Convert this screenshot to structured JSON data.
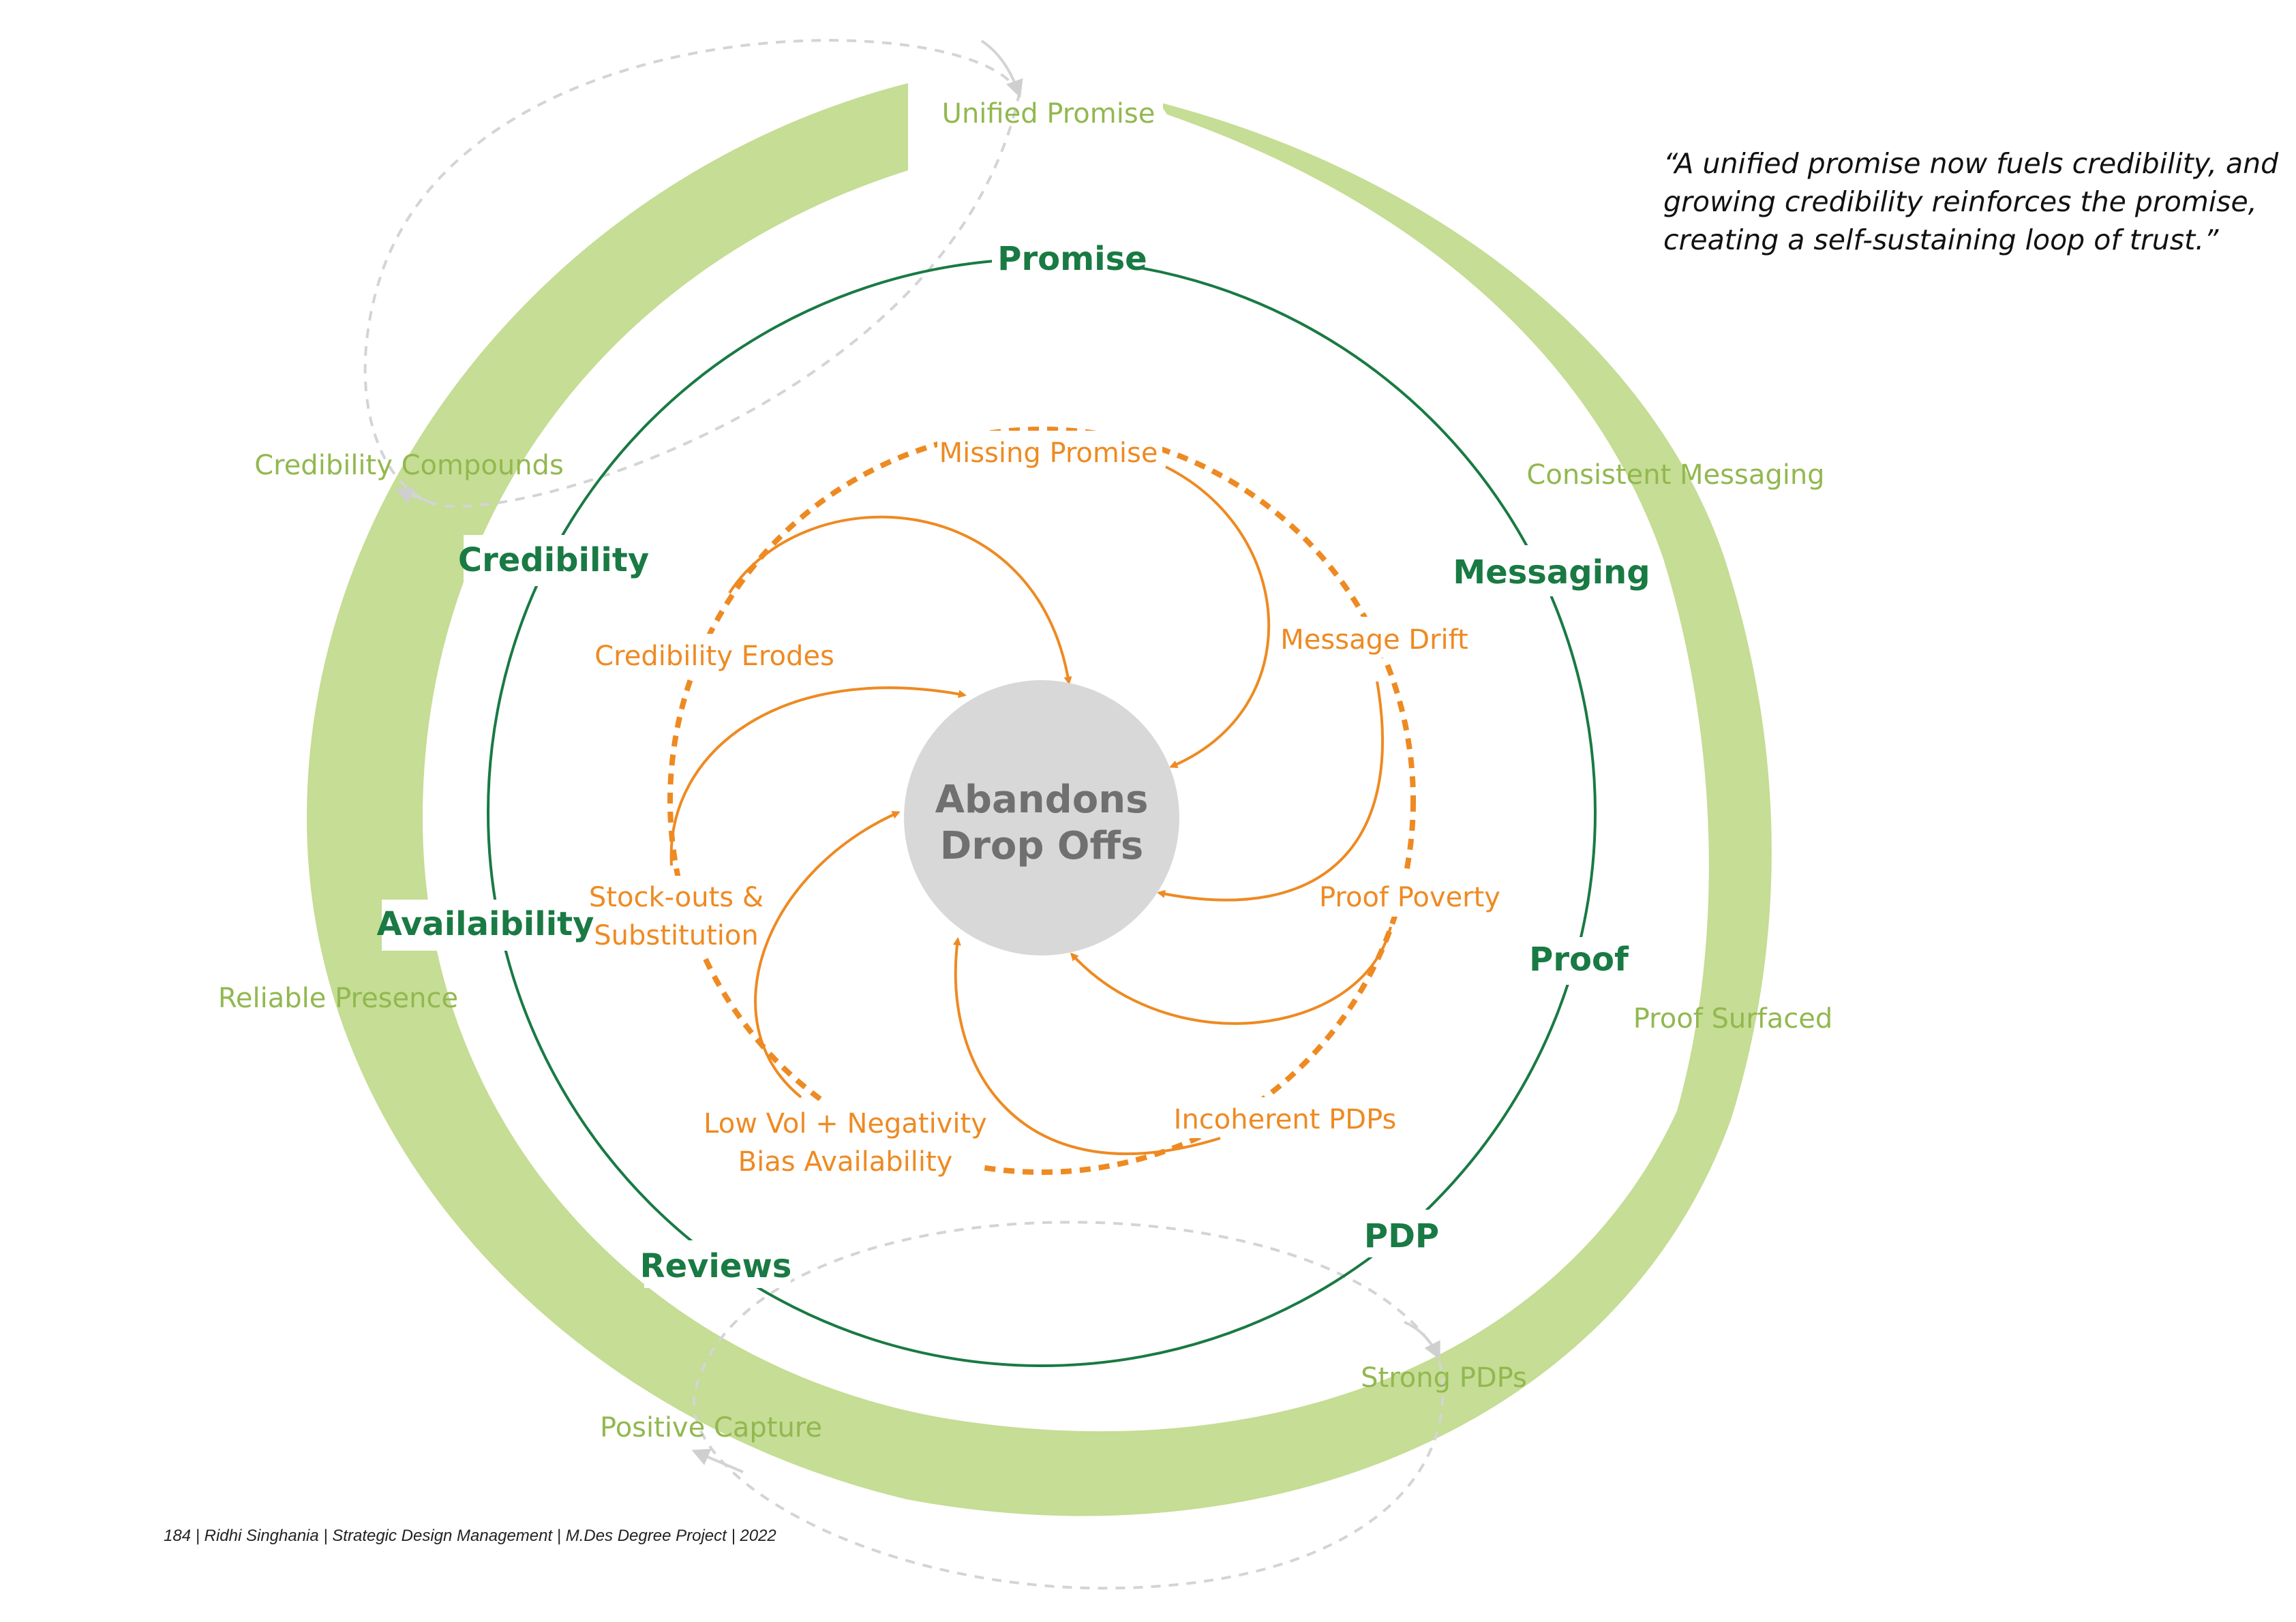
{
  "colors": {
    "outer_ring": "#c5dd94",
    "outer_text": "#92b84f",
    "middle_ring": "#197a43",
    "inner": "#ee8a22",
    "center_fill": "#d8d8d8",
    "center_text": "#707070",
    "dashed_loop": "#d4d4d4"
  },
  "center": {
    "line1": "Abandons",
    "line2": "Drop Offs"
  },
  "outer_labels": {
    "unified_promise": "Unified Promise",
    "consistent_messaging": "Consistent Messaging",
    "proof_surfaced": "Proof Surfaced",
    "strong_pdps": "Strong PDPs",
    "positive_capture": "Positive Capture",
    "reliable_presence": "Reliable Presence",
    "credibility_compounds": "Credibility Compounds"
  },
  "middle_labels": {
    "promise": "Promise",
    "messaging": "Messaging",
    "proof": "Proof",
    "pdp": "PDP",
    "reviews": "Reviews",
    "availability": "Availaibility",
    "credibility": "Credibility"
  },
  "inner_labels": {
    "missing_promise": "Missing Promise",
    "message_drift": "Message Drift",
    "proof_poverty": "Proof Poverty",
    "incoherent_pdps": "Incoherent PDPs",
    "low_vol_line1": "Low Vol + Negativity",
    "low_vol_line2": "Bias Availability",
    "stockouts_line1": "Stock-outs &",
    "stockouts_line2": "Substitution",
    "credibility_erodes": "Credibility Erodes"
  },
  "quote": {
    "line1": "“A unified promise now fuels credibility, and",
    "line2": "growing credibility reinforces the promise,",
    "line3": "creating a self-sustaining loop of trust.”"
  },
  "footer": "184 | Ridhi Singhania | Strategic Design Management | M.Des Degree Project | 2022"
}
